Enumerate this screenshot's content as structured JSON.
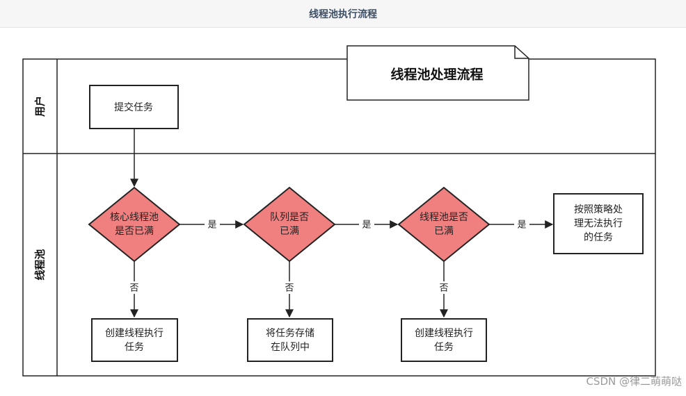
{
  "header": {
    "title": "线程池执行流程"
  },
  "diagram": {
    "title": "线程池处理流程",
    "lanes": {
      "user": "用户",
      "pool": "线程池"
    },
    "nodes": {
      "submit": "提交任务",
      "d1": [
        "核心线程池",
        "是否已满"
      ],
      "d2": [
        "队列是否",
        "已满"
      ],
      "d3": [
        "线程池是否",
        "已满"
      ],
      "policy": [
        "按照策略处",
        "理无法执行",
        "的任务"
      ],
      "create1": [
        "创建线程执行",
        "任务"
      ],
      "queue": [
        "将任务存储",
        "在队列中"
      ],
      "create2": [
        "创建线程执行",
        "任务"
      ]
    },
    "edges": {
      "yes": "是",
      "no": "否"
    },
    "colors": {
      "decision_fill": "#f08080",
      "stroke": "#222222"
    }
  },
  "watermark": "CSDN @律二萌萌哒"
}
